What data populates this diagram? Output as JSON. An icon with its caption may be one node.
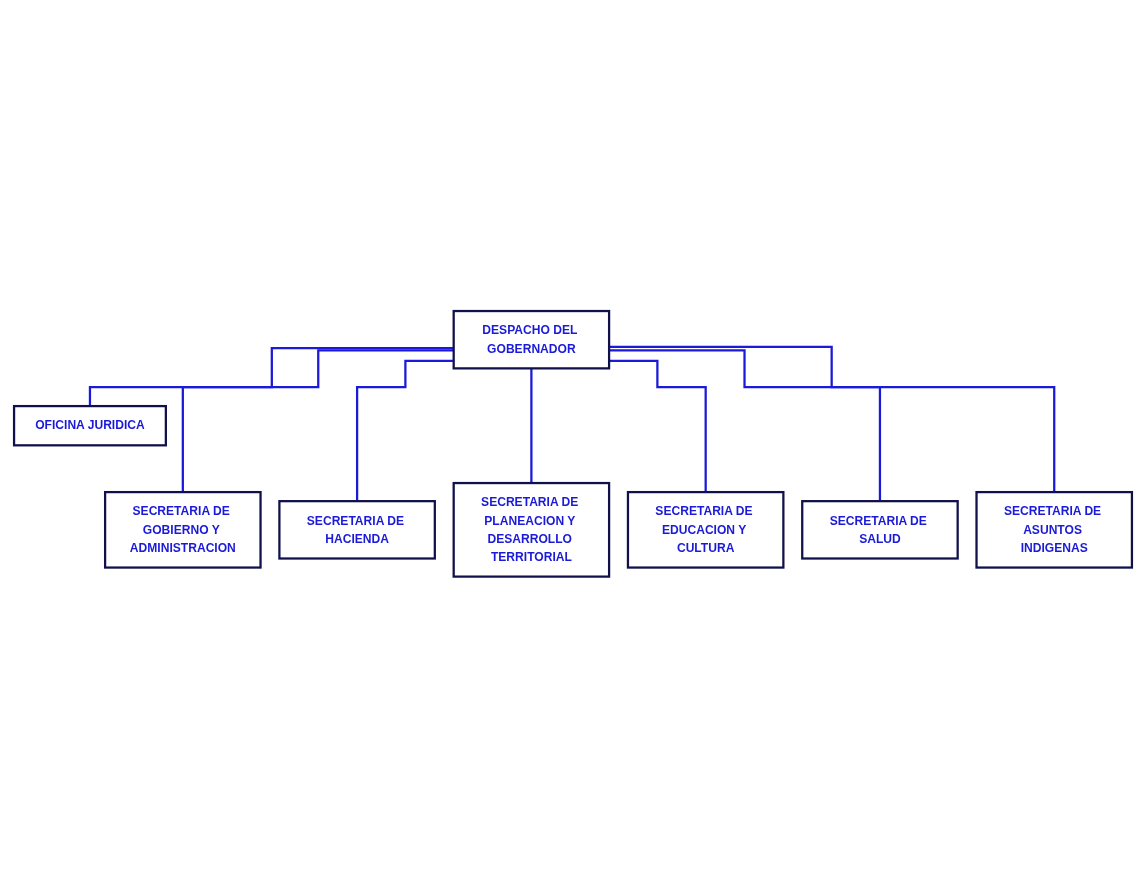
{
  "diagram": {
    "nodes": [
      {
        "text": [
          "DESPACHO DEL GOBERNADOR"
        ]
      },
      {
        "text": [
          "OFICINA JURIDICA"
        ]
      },
      {
        "text": [
          "SECRETARIA DE GOBIERNO Y ADMINISTRACION"
        ]
      },
      {
        "text": [
          "SECRETARIA DE HACIENDA"
        ]
      },
      {
        "text": [
          "SECRETARIA DE PLANEACION Y DESARROLLO TERRITORIAL"
        ]
      },
      {
        "text": [
          "SECRETARIA DE EDUCACION Y CULTURA"
        ]
      },
      {
        "text": [
          "SECRETARIA DE SALUD"
        ]
      },
      {
        "text": [
          "SECRETARIA DE ASUNTOS INDIGENAS"
        ]
      }
    ],
    "edges": [
      {
        "from": 0,
        "to": 1,
        "arrow": "none"
      },
      {
        "from": 0,
        "to": 2,
        "arrow": "none"
      },
      {
        "from": 0,
        "to": 3,
        "arrow": "none"
      },
      {
        "from": 0,
        "to": 4,
        "arrow": "none"
      },
      {
        "from": 0,
        "to": 5,
        "arrow": "none"
      },
      {
        "from": 0,
        "to": 6,
        "arrow": "none"
      },
      {
        "from": 0,
        "to": 7,
        "arrow": "none"
      }
    ]
  }
}
